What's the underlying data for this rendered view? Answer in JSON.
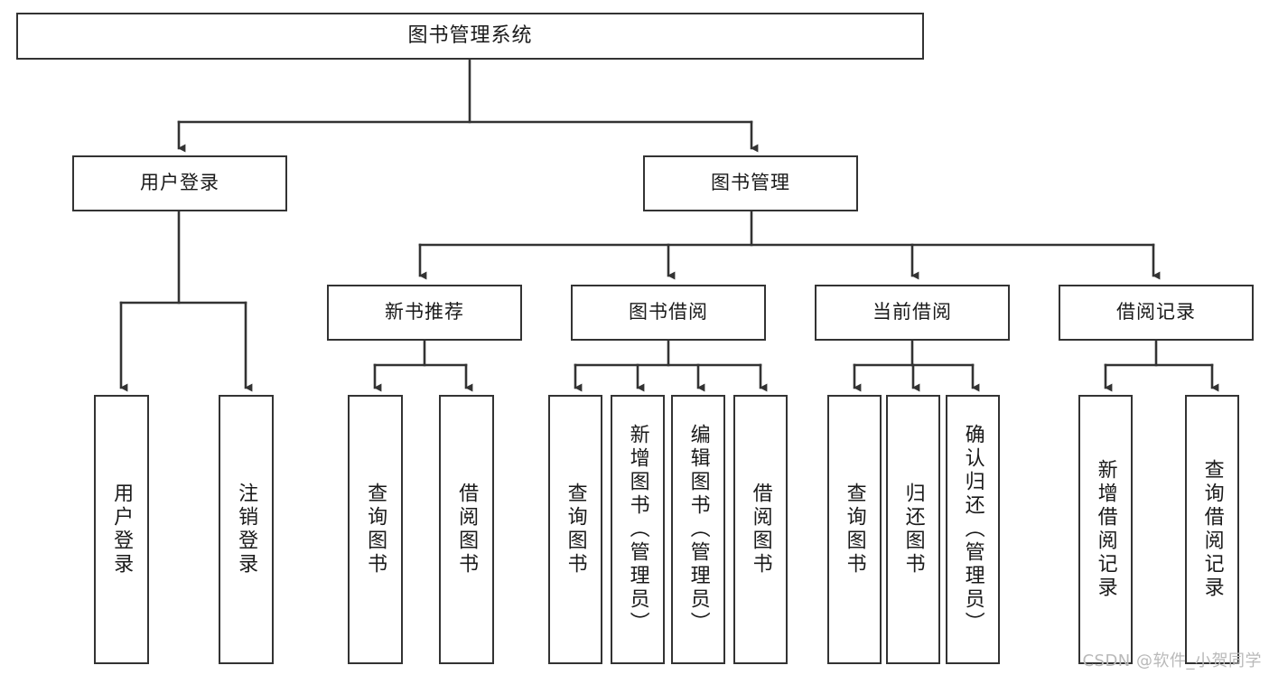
{
  "diagram": {
    "type": "tree-hierarchy",
    "title": "图书管理系统",
    "watermark": "CSDN @软件_小贺同学",
    "colors": {
      "box_border": "#333333",
      "box_fill": "#ffffff",
      "connector": "#333333",
      "text": "#1a1a1a",
      "watermark": "#b9b9b9"
    },
    "nodes": {
      "root": {
        "label": "图书管理系统"
      },
      "level2": [
        {
          "id": "user-login",
          "label": "用户登录"
        },
        {
          "id": "book-manage",
          "label": "图书管理"
        }
      ],
      "level3": [
        {
          "id": "new-book-recommend",
          "label": "新书推荐",
          "parent": "book-manage"
        },
        {
          "id": "book-borrow",
          "label": "图书借阅",
          "parent": "book-manage"
        },
        {
          "id": "current-borrow",
          "label": "当前借阅",
          "parent": "book-manage"
        },
        {
          "id": "borrow-record",
          "label": "借阅记录",
          "parent": "book-manage"
        }
      ],
      "leaves": {
        "user-login": [
          {
            "id": "leaf-user-login",
            "label": "用户登录"
          },
          {
            "id": "leaf-logout",
            "label": "注销登录"
          }
        ],
        "new-book-recommend": [
          {
            "id": "leaf-query-book-1",
            "label": "查询图书"
          },
          {
            "id": "leaf-borrow-book-1",
            "label": "借阅图书"
          }
        ],
        "book-borrow": [
          {
            "id": "leaf-query-book-2",
            "label": "查询图书"
          },
          {
            "id": "leaf-add-book",
            "label": "新增图书（管理员）"
          },
          {
            "id": "leaf-edit-book",
            "label": "编辑图书（管理员）"
          },
          {
            "id": "leaf-borrow-book-2",
            "label": "借阅图书"
          }
        ],
        "current-borrow": [
          {
            "id": "leaf-query-book-3",
            "label": "查询图书"
          },
          {
            "id": "leaf-return-book",
            "label": "归还图书"
          },
          {
            "id": "leaf-confirm-return",
            "label": "确认归还（管理员）"
          }
        ],
        "borrow-record": [
          {
            "id": "leaf-add-record",
            "label": "新增借阅记录"
          },
          {
            "id": "leaf-query-record",
            "label": "查询借阅记录"
          }
        ]
      }
    }
  }
}
